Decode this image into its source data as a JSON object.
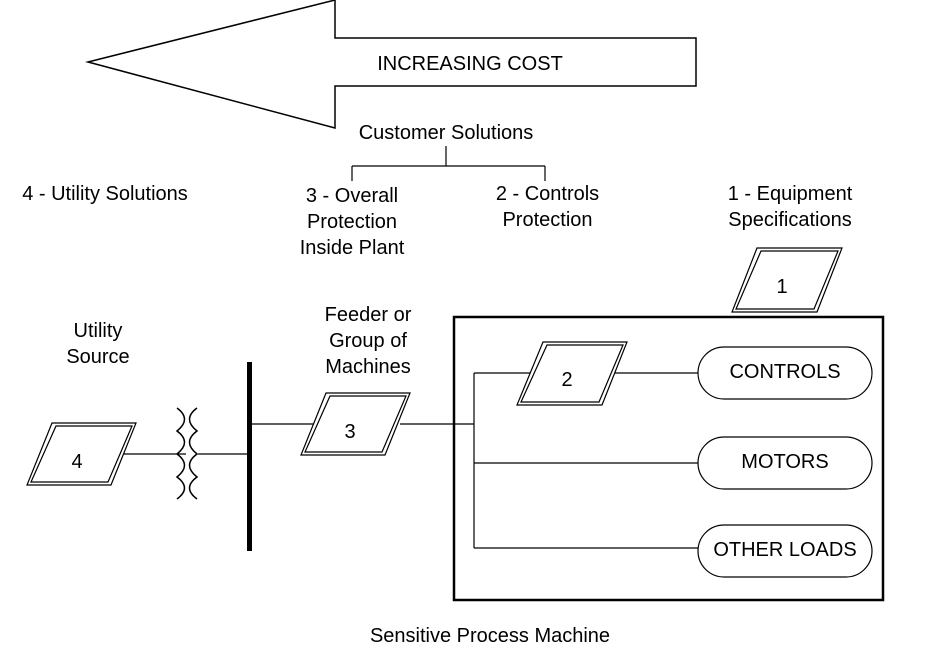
{
  "arrow": {
    "label": "INCREASING COST",
    "direction": "left"
  },
  "customer_solutions": {
    "label": "Customer Solutions"
  },
  "solutions": {
    "utility": "4 - Utility Solutions",
    "overall": "3 - Overall\nProtection\nInside Plant",
    "controls": "2 - Controls\nProtection",
    "equipment": "1 - Equipment\nSpecifications"
  },
  "labels": {
    "utility_source": "Utility\nSource",
    "feeder": "Feeder or\nGroup of\nMachines",
    "caption": "Sensitive Process Machine"
  },
  "protection_points": [
    "1",
    "2",
    "3",
    "4"
  ],
  "loads": [
    "CONTROLS",
    "MOTORS",
    "OTHER LOADS"
  ],
  "colors": {
    "stroke": "#000000",
    "background": "#ffffff"
  }
}
